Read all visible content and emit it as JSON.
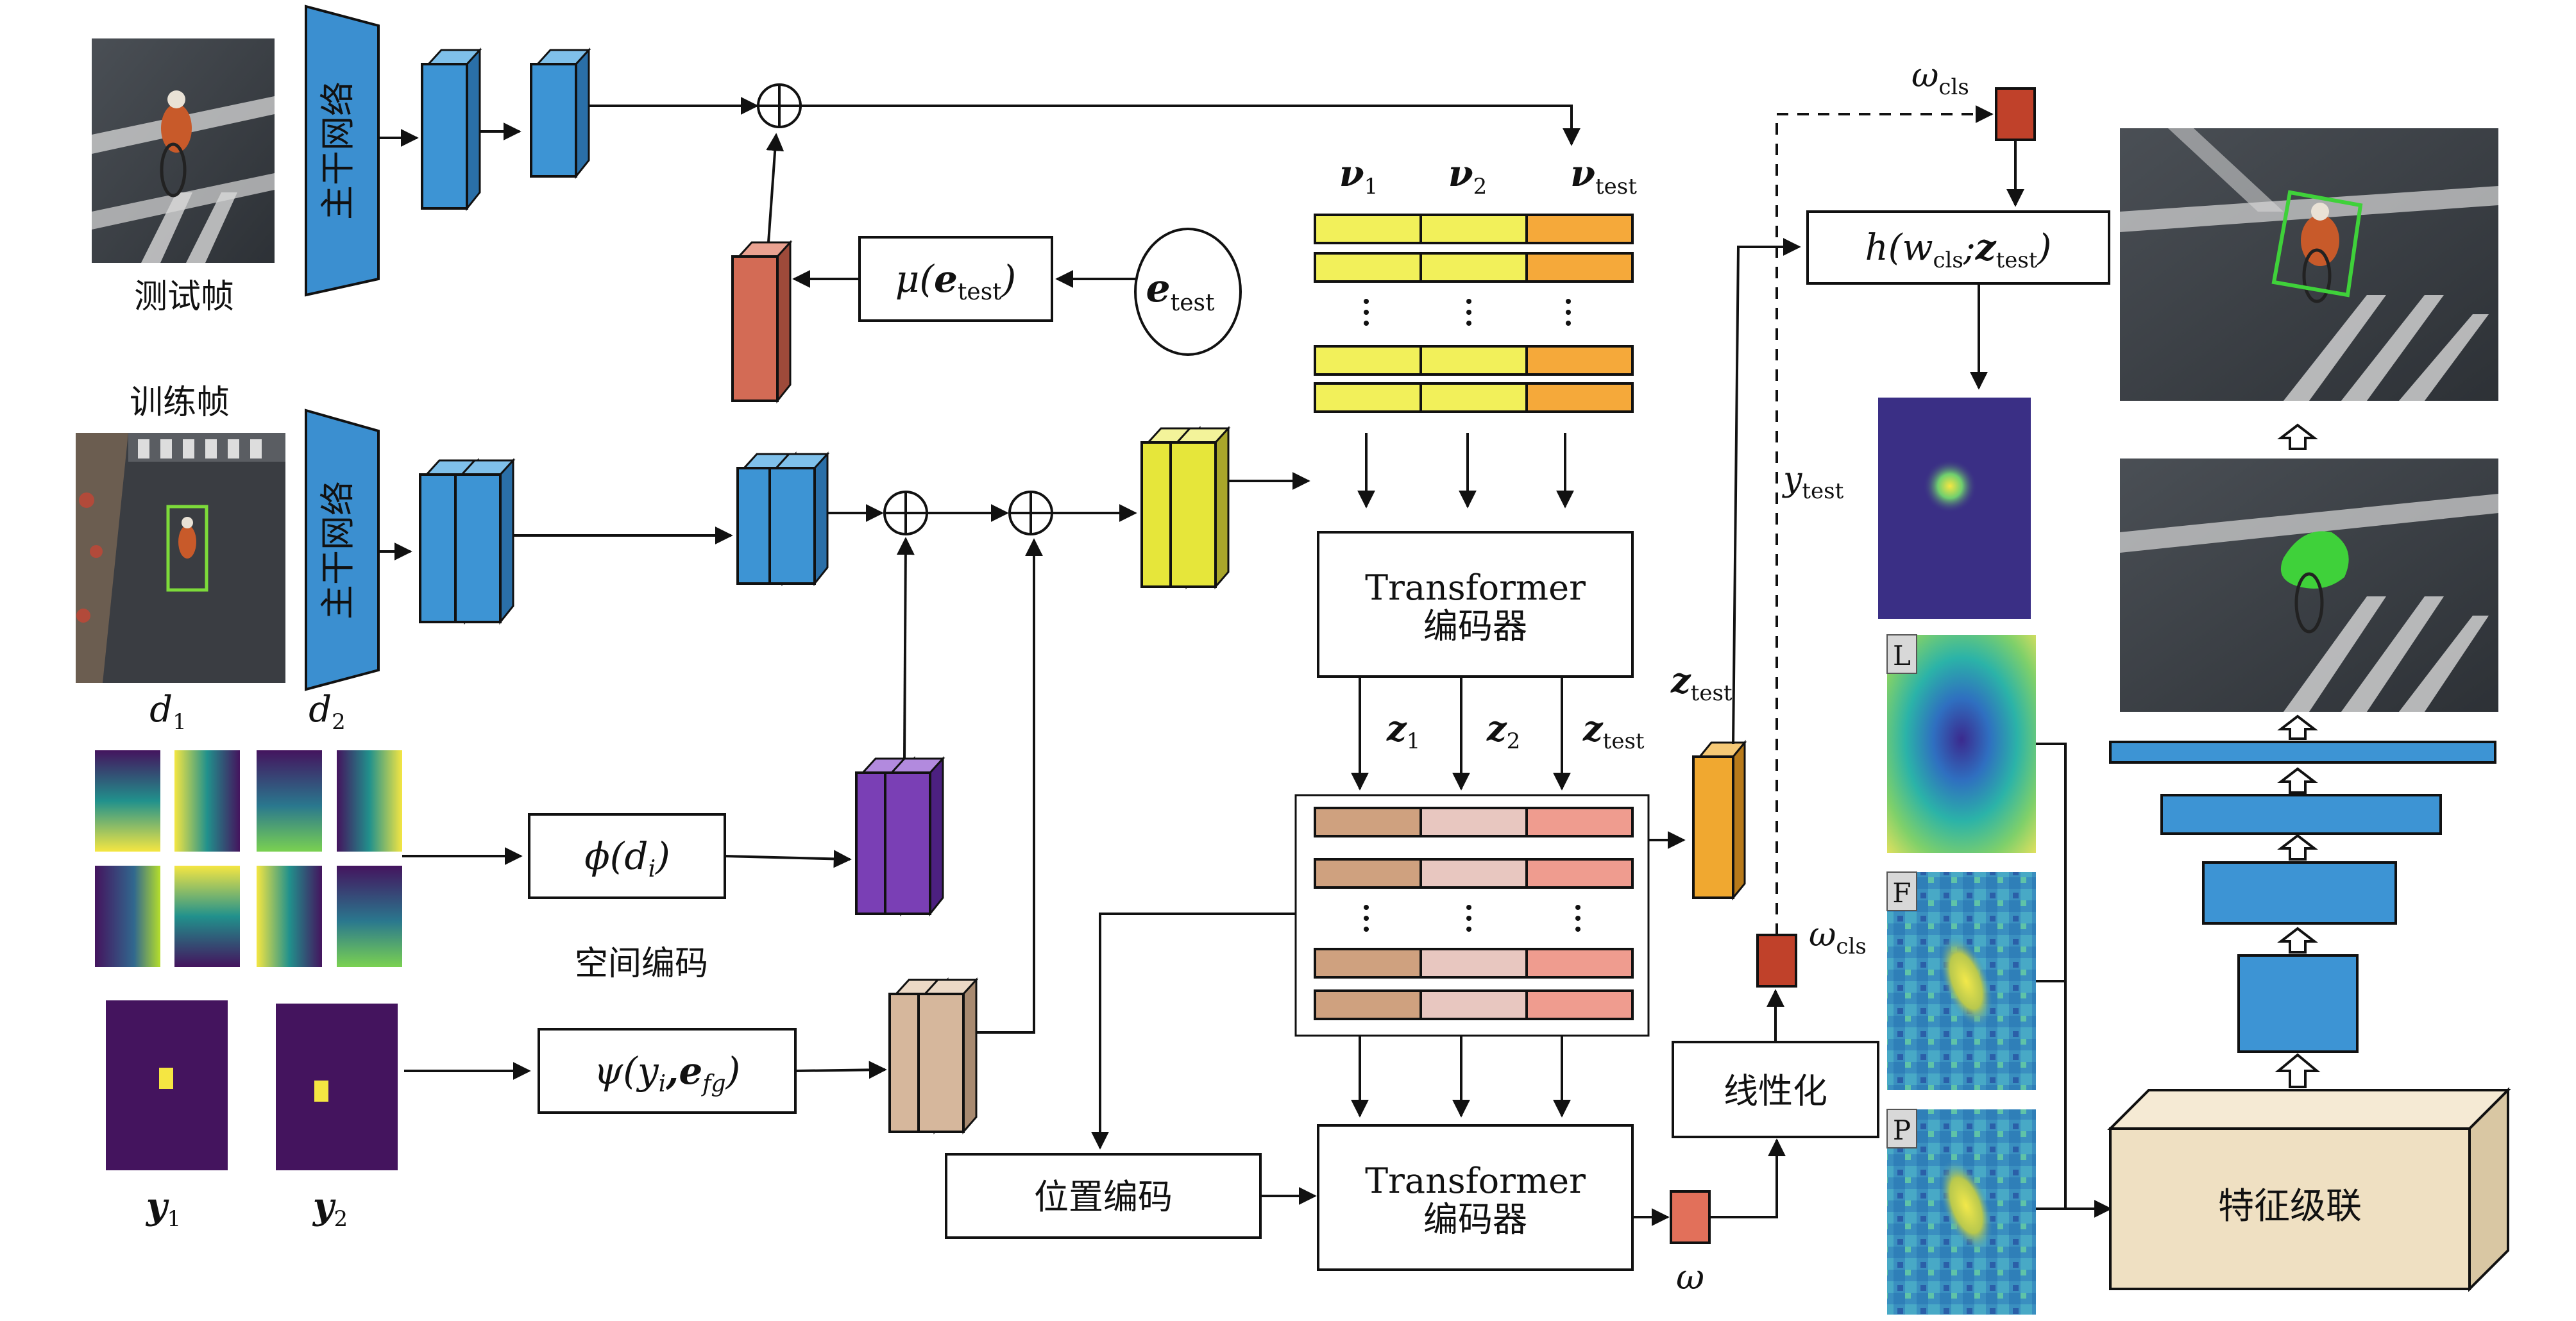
{
  "labels": {
    "backbone": "主干网络",
    "test_frame": "测试帧",
    "train_frame": "训练帧",
    "d1": "d",
    "d1_sub": "1",
    "d2": "d",
    "d2_sub": "2",
    "mu_main": "μ(",
    "mu_bold": "e",
    "mu_sub": "test",
    "mu_close": ")",
    "e_main": "e",
    "e_sub": "test",
    "v1": "ν",
    "v1_sub": "1",
    "v2": "ν",
    "v2_sub": "2",
    "vtest": "ν",
    "vtest_sub": "test",
    "transformer_en": "Transformer",
    "transformer_cn": "编码器",
    "z1": "z",
    "z1_sub": "1",
    "z2": "z",
    "z2_sub": "2",
    "ztest": "z",
    "ztest_sub": "test",
    "phi": "ϕ(d",
    "phi_sub": "i",
    "phi_close": ")",
    "spatial_encoding": "空间编码",
    "psi": "ψ(y",
    "psi_sub1": "i",
    "psi_comma": ",e",
    "psi_sub2": "fg",
    "psi_close": ")",
    "y1": "y",
    "y1_sub": "1",
    "y2": "y",
    "y2_sub": "2",
    "pos_encoding": "位置编码",
    "linearize": "线性化",
    "omega": "ω",
    "omega_cls": "ω",
    "omega_cls_sub": "cls",
    "h_main": "h(w",
    "h_sub": "cls",
    "h_semicolon": ";",
    "h_z": "z",
    "h_zsub": "test",
    "h_close": ")",
    "y_test": "y",
    "y_test_sub": "test",
    "heat_L": "L",
    "heat_F": "F",
    "heat_P": "P",
    "concat": "特征级联"
  },
  "colors": {
    "backbone": "#3b8fd0",
    "feature_blue": "#3d94d4",
    "salmon": "#d36b55",
    "purple": "#7a3fb5",
    "tan": "#d6b79c",
    "yellow_feat": "#e6e63a",
    "token_yellow": "#f2f05a",
    "token_orange": "#f5a93a",
    "enc_brown": "#cfa17f",
    "enc_pink": "#e8c7c0",
    "enc_salmon": "#ef9c8f",
    "dark_red": "#c0412a",
    "concat_fill": "#efe0c2",
    "viridis_purple": "#44145e",
    "viridis_yellow": "#f5e642"
  }
}
